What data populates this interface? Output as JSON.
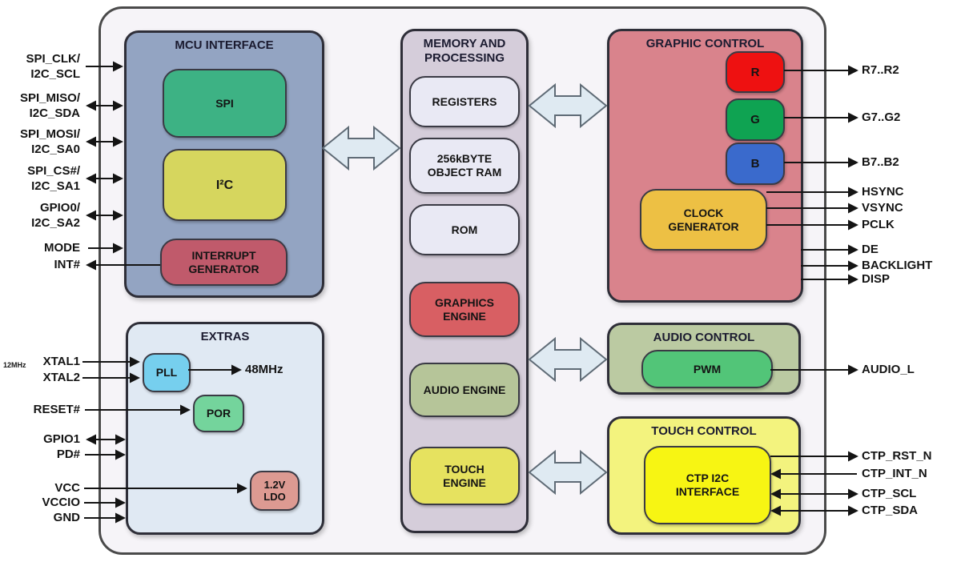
{
  "blocks": {
    "mcu": {
      "title": "MCU INTERFACE",
      "boxes": {
        "spi": "SPI",
        "i2c": "I²C",
        "interrupt_generator": "INTERRUPT\nGENERATOR"
      }
    },
    "memory": {
      "title": "MEMORY AND\nPROCESSING",
      "boxes": {
        "registers": "REGISTERS",
        "object_ram": "256kBYTE\nOBJECT RAM",
        "rom": "ROM",
        "graphics_engine": "GRAPHICS\nENGINE",
        "audio_engine": "AUDIO ENGINE",
        "touch_engine": "TOUCH\nENGINE"
      }
    },
    "graphic": {
      "title": "GRAPHIC CONTROL",
      "boxes": {
        "r": "R",
        "g": "G",
        "b": "B",
        "clock_generator": "CLOCK\nGENERATOR"
      }
    },
    "extras": {
      "title": "EXTRAS",
      "boxes": {
        "pll": "PLL",
        "por": "POR",
        "ldo": "1.2V\nLDO"
      },
      "xtal_frequency": "12MHz",
      "pll_output": "48MHz"
    },
    "audio": {
      "title": "AUDIO CONTROL",
      "boxes": {
        "pwm": "PWM"
      }
    },
    "touch": {
      "title": "TOUCH CONTROL",
      "boxes": {
        "ctp_i2c": "CTP I2C\nINTERFACE"
      }
    }
  },
  "ports": {
    "mcu_left": [
      {
        "label": "SPI_CLK/\nI2C_SCL",
        "direction": "in"
      },
      {
        "label": "SPI_MISO/\nI2C_SDA",
        "direction": "bidirectional"
      },
      {
        "label": "SPI_MOSI/\nI2C_SA0",
        "direction": "bidirectional"
      },
      {
        "label": "SPI_CS#/\nI2C_SA1",
        "direction": "bidirectional"
      },
      {
        "label": "GPIO0/\nI2C_SA2",
        "direction": "bidirectional"
      },
      {
        "label": "MODE",
        "direction": "in"
      },
      {
        "label": "INT#",
        "direction": "out"
      }
    ],
    "extras_left": [
      {
        "label": "XTAL1",
        "direction": "in"
      },
      {
        "label": "XTAL2",
        "direction": "in"
      },
      {
        "label": "RESET#",
        "direction": "in"
      },
      {
        "label": "GPIO1",
        "direction": "bidirectional"
      },
      {
        "label": "PD#",
        "direction": "in"
      },
      {
        "label": "VCC",
        "direction": "in"
      },
      {
        "label": "VCCIO",
        "direction": "in"
      },
      {
        "label": "GND",
        "direction": "in"
      }
    ],
    "graphic_right": [
      {
        "label": "R7..R2",
        "direction": "out"
      },
      {
        "label": "G7..G2",
        "direction": "out"
      },
      {
        "label": "B7..B2",
        "direction": "out"
      },
      {
        "label": "HSYNC",
        "direction": "out"
      },
      {
        "label": "VSYNC",
        "direction": "out"
      },
      {
        "label": "PCLK",
        "direction": "out"
      },
      {
        "label": "DE",
        "direction": "out"
      },
      {
        "label": "BACKLIGHT",
        "direction": "out"
      },
      {
        "label": "DISP",
        "direction": "out"
      }
    ],
    "audio_right": [
      {
        "label": "AUDIO_L",
        "direction": "out"
      }
    ],
    "touch_right": [
      {
        "label": "CTP_RST_N",
        "direction": "out"
      },
      {
        "label": "CTP_INT_N",
        "direction": "in"
      },
      {
        "label": "CTP_SCL",
        "direction": "bidirectional"
      },
      {
        "label": "CTP_SDA",
        "direction": "bidirectional"
      }
    ]
  },
  "colors": {
    "canvas_bg": "#ffffff",
    "outer_bg": "#f6f4f8",
    "mcu_bg": "#93a4c2",
    "spi_bg": "#3db284",
    "i2c_bg": "#d6d65e",
    "interrupt_bg": "#c05a6b",
    "memory_bg": "#d5cdda",
    "mem_light_bg": "#e9e9f4",
    "graphics_engine_bg": "#d85f63",
    "audio_engine_bg": "#b6c599",
    "touch_engine_bg": "#e6e25f",
    "graphic_bg": "#d9838c",
    "r_bg": "#ee1111",
    "g_bg": "#0fa352",
    "b_bg": "#3a6acc",
    "clock_bg": "#edc044",
    "extras_bg": "#e0e9f3",
    "pll_bg": "#76cfee",
    "por_bg": "#74d49c",
    "ldo_bg": "#dd9a92",
    "audio_ctrl_bg": "#bbcaa2",
    "pwm_bg": "#52c578",
    "touch_ctrl_bg": "#f3f37e",
    "ctp_bg": "#f7f513",
    "bus_arrow_fill": "#dfeaf2",
    "bus_arrow_stroke": "#5f6b76",
    "line_color": "#141414"
  }
}
